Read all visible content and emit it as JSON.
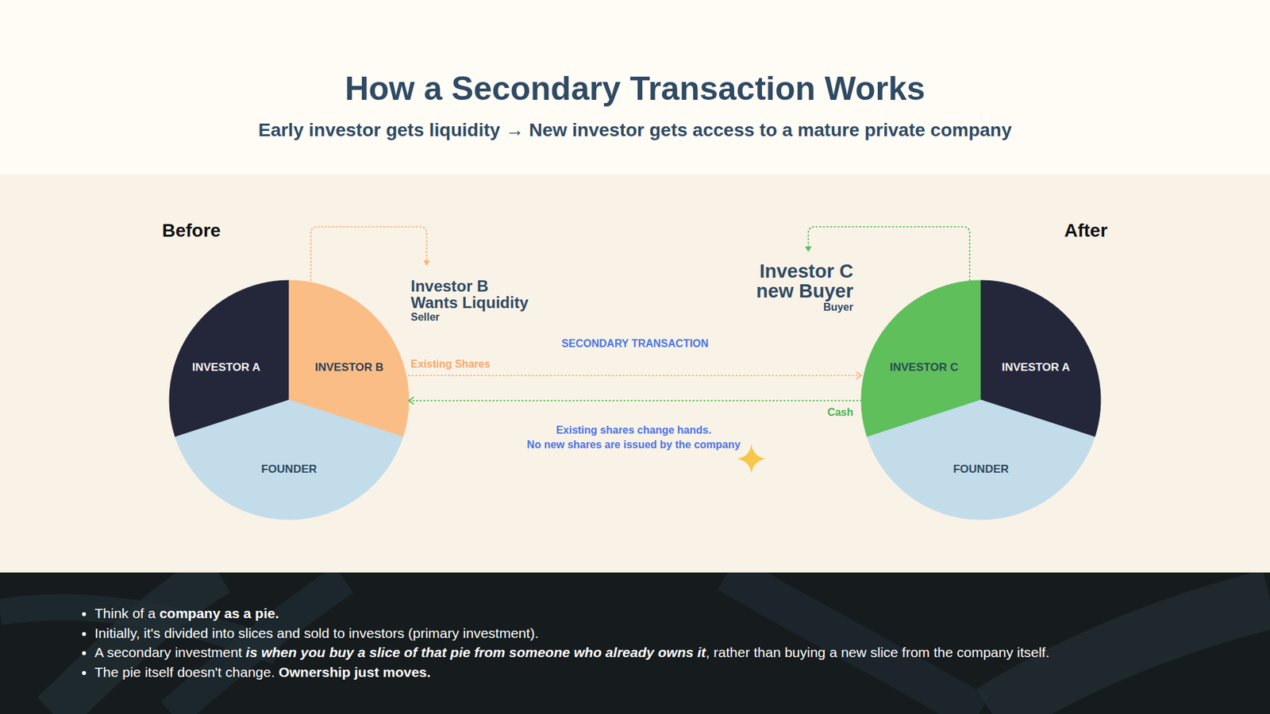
{
  "diagram": {
    "title": "How a Secondary Transaction Works",
    "nodes": [
      {
        "text": [
          "Before"
        ]
      },
      {
        "text": [
          "INVESTOR A"
        ],
        "in": 0
      },
      {
        "text": [
          "INVESTOR B"
        ],
        "in": 0
      },
      {
        "text": [
          "FOUNDER"
        ],
        "in": 0
      },
      {
        "text": [
          "Investor B Wants Liquidity",
          "Seller"
        ]
      },
      {
        "text": [
          "Investor C new Buyer",
          "Buyer"
        ]
      },
      {
        "text": [
          "After"
        ]
      },
      {
        "text": [
          "INVESTOR C"
        ],
        "in": 6
      },
      {
        "text": [
          "INVESTOR A"
        ],
        "in": 6
      },
      {
        "text": [
          "FOUNDER"
        ],
        "in": 6
      }
    ],
    "edges": [
      {
        "from": 2,
        "to": 4,
        "arrow": "to"
      },
      {
        "from": 7,
        "to": 5,
        "arrow": "to"
      },
      {
        "from": 2,
        "to": 7,
        "label": "Existing Shares",
        "arrow": "to"
      },
      {
        "from": 7,
        "to": 2,
        "label": "Cash",
        "arrow": "to"
      }
    ],
    "labels": [
      "Early investor gets liquidity → New investor gets access to a mature private company",
      "SECONDARY TRANSACTION",
      "Existing shares change hands.",
      "No new shares are issued by the company",
      "Think of a",
      "company as a pie.",
      "Initially, it's divided into slices and sold to investors (primary investment).",
      "A secondary investment",
      "is when you buy a slice of that pie from someone who already owns it",
      ", rather than buying a new slice from the company itself.",
      "The pie itself doesn't change.",
      "Ownership just moves."
    ]
  }
}
